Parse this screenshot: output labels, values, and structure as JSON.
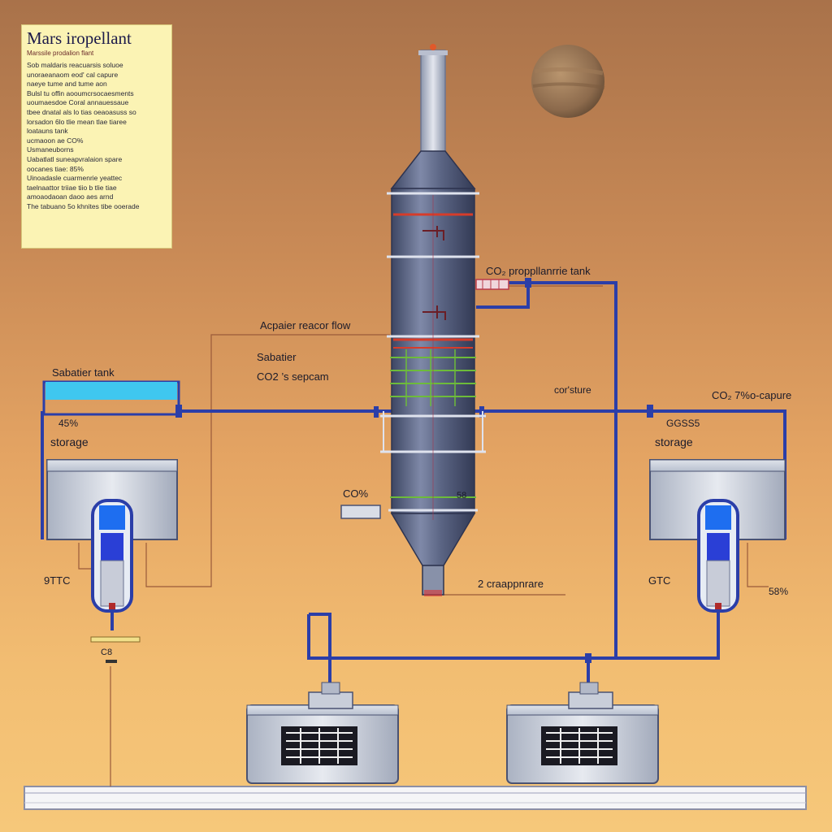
{
  "panel": {
    "title": "Mars iropellant",
    "subtitle": "Marssile prodalion flant",
    "lines": [
      "Sob maldaris reacuarsis soluoe",
      "unoraeanaom eod' cal capure",
      "naeye tume and tume aon",
      "Bulsl tu offin aooumcrsocaesments",
      "uoumaesdoe Coral annauessaue",
      "tbee dnatal als lo tias oeaoasuss so",
      "lorsadon 6lo tlie mean tlae tiaree",
      "loatauns tank",
      "ucmaoon ae CO%",
      "Usmaneuborns",
      "Uabatlatl suneapvralaion spare",
      "oocanes tiae: 85%",
      "Uinoadasle cuarmenrie yeattec",
      "taelnaattor triiae tiio b tlie tiae",
      "amoaodaoan daoo aes arnd",
      "The tabuano 5o khnites tibe ooerade"
    ]
  },
  "labels": {
    "propellant_tank": "CO₂ proppllanrrie tank",
    "reactor_flow": "Acpaier reacor flow",
    "sabatier_mid": "Sabatier",
    "co2_separator": "CO2 ’s sepcam",
    "sabatier_tank": "Sabatier tank",
    "left_pct": "45%",
    "left_storage": "storage",
    "costore": "cor'sture",
    "co2_capture": "CO₂ 7%o-capure",
    "right_code": "GGSS5",
    "right_storage": "storage",
    "co_pct": "CO%",
    "left_temp": "9TTC",
    "right_temp": "GTC",
    "right_pct": "58%",
    "bottom_small": "C8",
    "evaporator": "2 craappnrare",
    "reactor_tag": "58"
  },
  "colors": {
    "background_top": "#a9724a",
    "background_bottom": "#f6c87a",
    "pipe": "#2b3ea8",
    "reactor": "#4e5876",
    "tank": "#c9ced9",
    "panel": "#fbf3b4"
  }
}
